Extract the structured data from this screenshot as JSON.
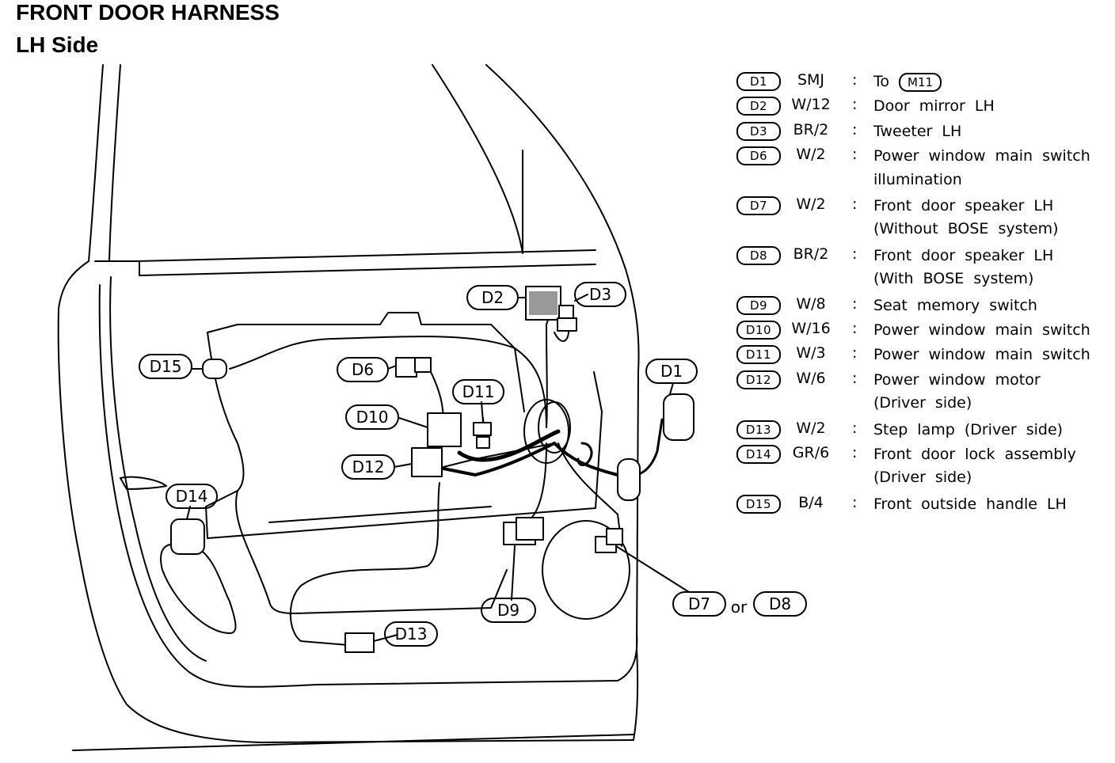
{
  "title": "FRONT DOOR HARNESS",
  "subtitle": "LH Side",
  "callouts": {
    "d1": "D1",
    "d2": "D2",
    "d3": "D3",
    "d6": "D6",
    "d7": "D7",
    "d8": "D8",
    "d9": "D9",
    "d10": "D10",
    "d11": "D11",
    "d12": "D12",
    "d13": "D13",
    "d14": "D14",
    "d15": "D15",
    "or": "or"
  },
  "legend": [
    {
      "code": "D1",
      "wire": "SMJ",
      "desc": "To",
      "desc_ref": "M11"
    },
    {
      "code": "D2",
      "wire": "W/12",
      "desc": "Door mirror LH"
    },
    {
      "code": "D3",
      "wire": "BR/2",
      "desc": "Tweeter LH"
    },
    {
      "code": "D6",
      "wire": "W/2",
      "desc": "Power window main switch",
      "desc2": "illumination"
    },
    {
      "code": "D7",
      "wire": "W/2",
      "desc": "Front door speaker LH",
      "desc2": "(Without BOSE system)"
    },
    {
      "code": "D8",
      "wire": "BR/2",
      "desc": "Front door speaker LH",
      "desc2": "(With BOSE system)"
    },
    {
      "code": "D9",
      "wire": "W/8",
      "desc": "Seat memory switch"
    },
    {
      "code": "D10",
      "wire": "W/16",
      "desc": "Power window main switch"
    },
    {
      "code": "D11",
      "wire": "W/3",
      "desc": "Power window main switch"
    },
    {
      "code": "D12",
      "wire": "W/6",
      "desc": "Power window motor",
      "desc2": "(Driver side)"
    },
    {
      "code": "D13",
      "wire": "W/2",
      "desc": "Step lamp (Driver side)"
    },
    {
      "code": "D14",
      "wire": "GR/6",
      "desc": "Front door lock assembly",
      "desc2": "(Driver side)"
    },
    {
      "code": "D15",
      "wire": "B/4",
      "desc": "Front outside handle LH"
    }
  ],
  "colon": ":"
}
